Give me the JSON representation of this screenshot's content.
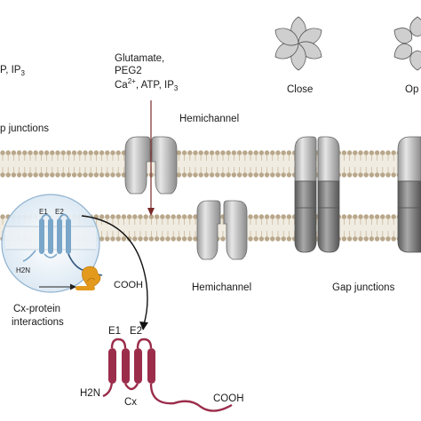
{
  "labels": {
    "signals_left_line1": "P, IP",
    "signals_left_line1_sub": "3",
    "gap_junctions_left": "p junctions",
    "glutamate": "Glutamate,",
    "peg2": "PEG2",
    "ca_atp_ip3_pre": "Ca",
    "ca_sup": "2+",
    "ca_atp_ip3_post": ", ATP, IP",
    "ip3_sub": "3",
    "hemichannel_top": "Hemichannel",
    "close": "Close",
    "open": "Op",
    "hemichannel_bottom": "Hemichannel",
    "gap_junctions": "Gap junctions",
    "cooh_small": "COOH",
    "h2n_small": "H2N",
    "e1_small": "E1",
    "e2_small": "E2",
    "cx_protein_interactions_1": "Cx-protein",
    "cx_protein_interactions_2": "interactions",
    "e1": "E1",
    "e2": "E2",
    "h2n": "H2N",
    "cx": "Cx",
    "cooh": "COOH"
  },
  "colors": {
    "lipid_head": "#b8a78a",
    "lipid_tail": "#c9bb9f",
    "channel_light": "#d6d6d6",
    "channel_dark": "#7a7a7a",
    "connexin_red": "#9b2d4b",
    "zoom_blue": "#7aa6c9",
    "kinase_orange": "#e39a1c"
  }
}
